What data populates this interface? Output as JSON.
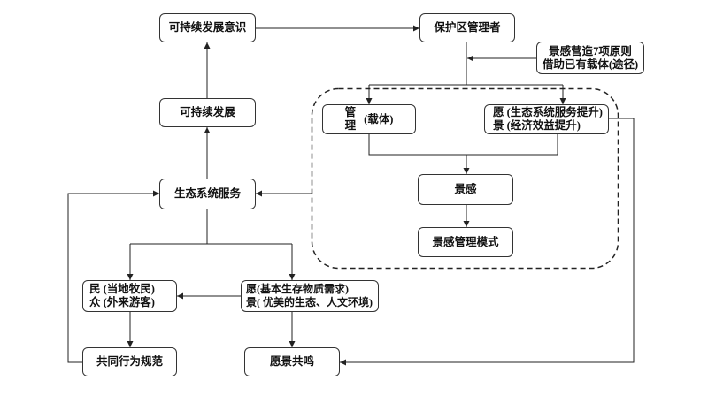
{
  "diagram": {
    "awareness": "可持续发展意识",
    "manager": "保护区管理者",
    "principles": {
      "line1": "景感营造7项原则",
      "line2": "借助已有载体(途径)"
    },
    "sustainable_development": "可持续发展",
    "management": {
      "char1": "管",
      "char2": "理",
      "note": "(载体)"
    },
    "vision_upper": {
      "line1": "愿 (生态系统服务提升)",
      "line2": "景 (经济效益提升)"
    },
    "landsenses": "景感",
    "landsenses_mode": "景感管理模式",
    "ecosystem_services": "生态系统服务",
    "public": {
      "line1": "民 (当地牧民)",
      "line2": "众 (外来游客)"
    },
    "vision_lower": {
      "line1": "愿(基本生存物质需求)",
      "line2": "景( 优美的生态、人文环境)"
    },
    "norms": "共同行为规范",
    "resonance": "愿景共鸣"
  },
  "colors": {
    "line": "#222222",
    "box_border": "#333333",
    "background": "#ffffff"
  }
}
